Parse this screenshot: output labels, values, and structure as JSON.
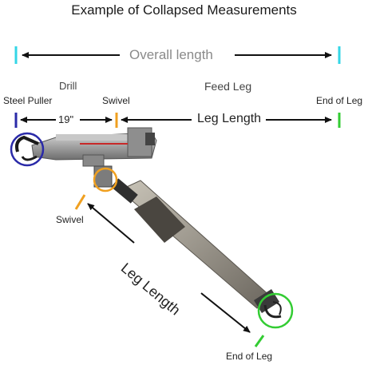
{
  "diagram": {
    "title": "Example of Collapsed Measurements",
    "overall_length_label": "Overall length",
    "drill_label": "Drill",
    "feed_leg_label": "Feed Leg",
    "steel_puller_label": "Steel Puller",
    "swivel_top_label": "Swivel",
    "end_of_leg_top_label": "End of  Leg",
    "dimension_19_label": "19\"",
    "leg_length_top_label": "Leg Length",
    "swivel_lower_label": "Swivel",
    "leg_length_diagonal_label": "Leg Length",
    "end_of_leg_lower_label": "End of  Leg"
  },
  "colors": {
    "overall_marker": "#33d6e6",
    "steel_puller_marker": "#2a2aa8",
    "swivel_marker": "#f0a020",
    "end_of_leg_marker": "#33cc33",
    "arrow": "#111111"
  },
  "icons": [
    "rock-drill-tool-image"
  ]
}
